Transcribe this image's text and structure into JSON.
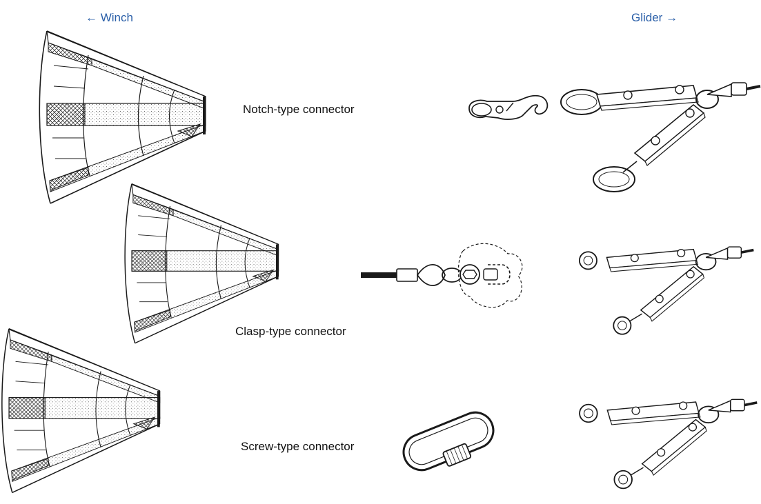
{
  "direction": {
    "left": "← Winch",
    "right": "Glider →"
  },
  "connectors": [
    {
      "label": "Notch-type connector"
    },
    {
      "label": "Clasp-type connector"
    },
    {
      "label": "Screw-type connector"
    }
  ],
  "colors": {
    "direction_text": "#2a5fa8",
    "caption_text": "#111111",
    "line_art": "#1a1a1a"
  },
  "icons": [
    "parachute-cone-icon",
    "notch-hook-icon",
    "clasp-connector-icon",
    "screw-link-icon",
    "y-bridle-icon"
  ]
}
